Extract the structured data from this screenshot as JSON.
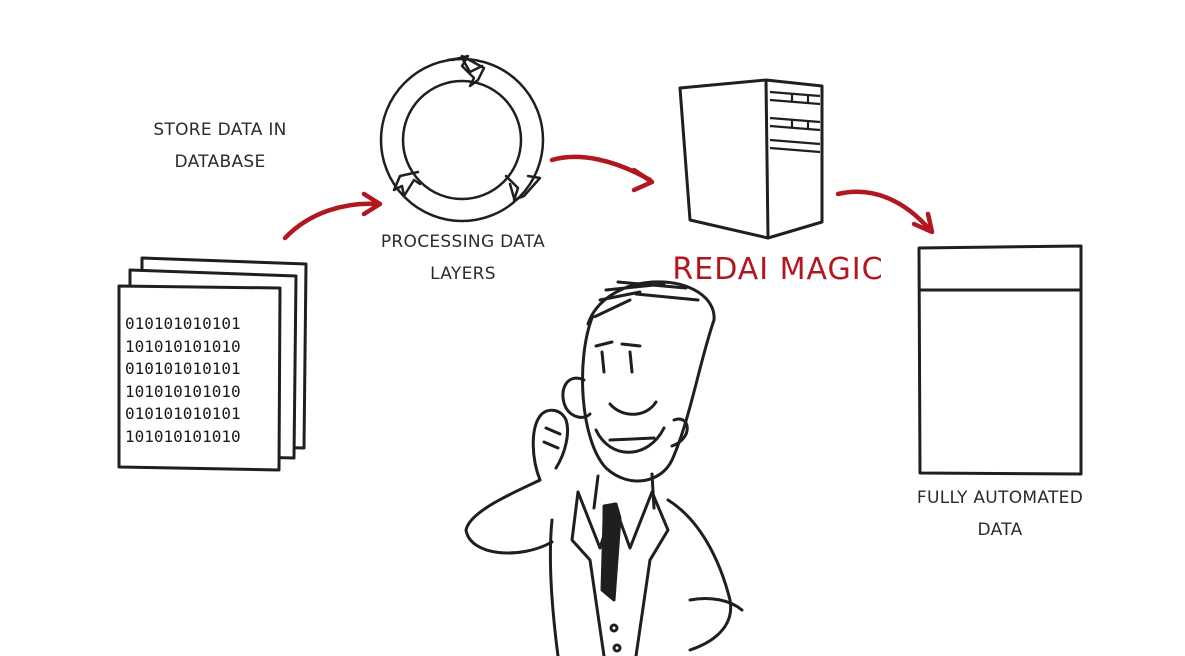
{
  "diagram": {
    "store_label": [
      "STORE DATA IN",
      "DATABASE"
    ],
    "processing_label": [
      "PROCESSING DATA",
      "LAYERS"
    ],
    "magic_label": "REDAI MAGIC",
    "automated_label": [
      "FULLY AUTOMATED",
      "DATA"
    ],
    "binary_lines": [
      "010101010101",
      "101010101010",
      "010101010101",
      "101010101010",
      "010101010101",
      "101010101010"
    ]
  },
  "colors": {
    "ink": "#1f1f1f",
    "accent_red": "#b2161e",
    "background": "#ffffff"
  },
  "icons": [
    "documents-icon",
    "cycle-arrows-icon",
    "server-tower-icon",
    "report-panel-icon",
    "businessman-illustration"
  ]
}
